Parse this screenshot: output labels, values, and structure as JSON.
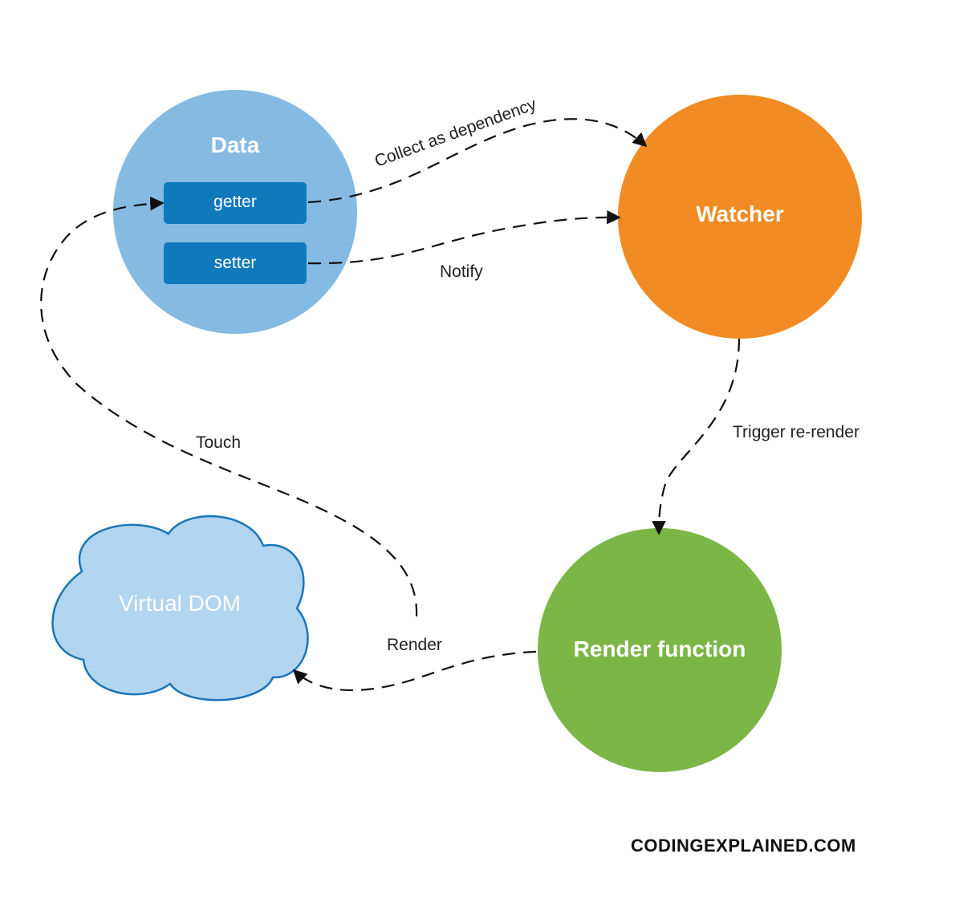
{
  "nodes": {
    "data": {
      "title": "Data",
      "color": "#85BAE3"
    },
    "getter": {
      "label": "getter",
      "color": "#1079BC"
    },
    "setter": {
      "label": "setter",
      "color": "#1079BC"
    },
    "watcher": {
      "title": "Watcher",
      "color": "#F08C23"
    },
    "render_function": {
      "title": "Render function",
      "color": "#7CB647"
    },
    "virtual_dom": {
      "title": "Virtual DOM",
      "color": "#B2D5F0"
    }
  },
  "edges": {
    "collect": "Collect as dependency",
    "notify": "Notify",
    "trigger": "Trigger re-render",
    "render": "Render",
    "touch": "Touch"
  },
  "footer": {
    "brand": "CODINGEXPLAINED.COM"
  }
}
